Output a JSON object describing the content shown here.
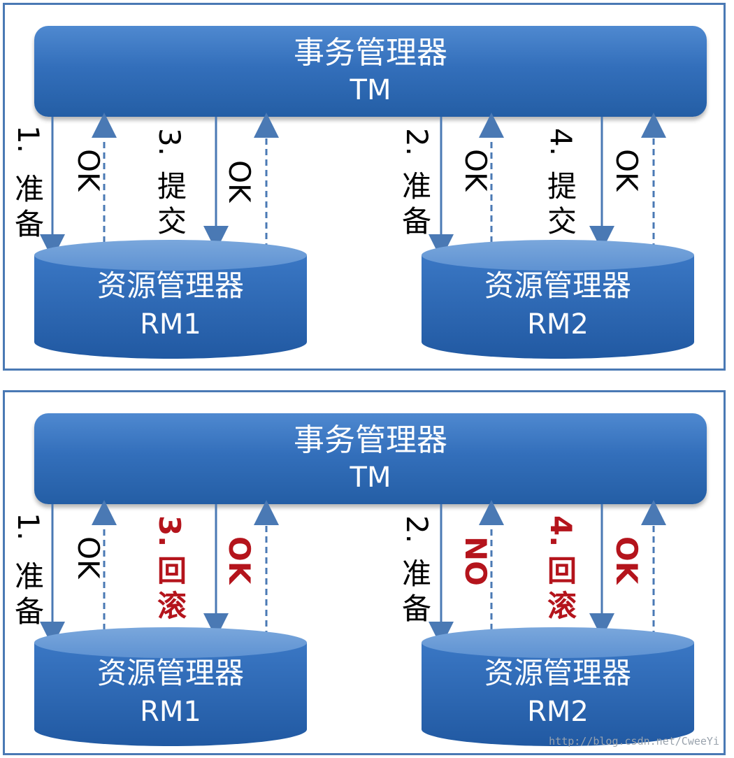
{
  "top": {
    "tm": {
      "title": "事务管理器",
      "sub": "TM"
    },
    "rm1": {
      "title": "资源管理器",
      "sub": "RM1"
    },
    "rm2": {
      "title": "资源管理器",
      "sub": "RM2"
    },
    "steps": {
      "s1_num": "1.",
      "s1_text_a": "准",
      "s1_text_b": "备",
      "s1_ok": "OK",
      "s3_num": "3.",
      "s3_text_a": "提",
      "s3_text_b": "交",
      "s3_ok": "OK",
      "s2_num": "2.",
      "s2_text_a": "准",
      "s2_text_b": "备",
      "s2_ok": "OK",
      "s4_num": "4.",
      "s4_text_a": "提",
      "s4_text_b": "交",
      "s4_ok": "OK"
    }
  },
  "bottom": {
    "tm": {
      "title": "事务管理器",
      "sub": "TM"
    },
    "rm1": {
      "title": "资源管理器",
      "sub": "RM1"
    },
    "rm2": {
      "title": "资源管理器",
      "sub": "RM2"
    },
    "steps": {
      "s1_num": "1.",
      "s1_text_a": "准",
      "s1_text_b": "备",
      "s1_ok": "OK",
      "s3_num": "3.",
      "s3_text_a": "回",
      "s3_text_b": "滚",
      "s3_ok": "OK",
      "s2_num": "2.",
      "s2_text_a": "准",
      "s2_text_b": "备",
      "s2_no": "NO",
      "s4_num": "4.",
      "s4_text_a": "回",
      "s4_text_b": "滚",
      "s4_ok": "OK"
    }
  },
  "watermark": "http://blog.csdn.net/CweeYi",
  "colors": {
    "box_blue": "#336fbb",
    "arrow_blue": "#4a79b4",
    "highlight_red": "#b4141c"
  }
}
